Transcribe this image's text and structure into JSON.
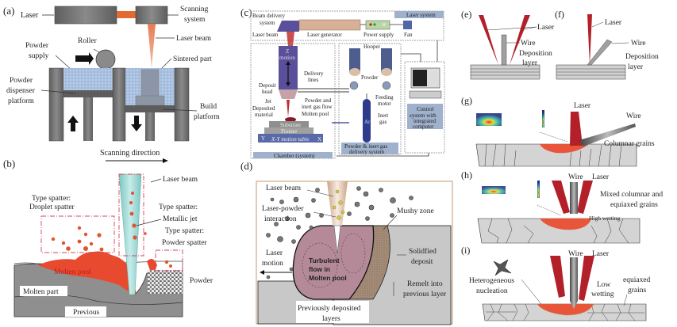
{
  "panels": {
    "a": {
      "tag": "(a)",
      "labels": {
        "laser": "Laser",
        "scanning_system_1": "Scanning",
        "scanning_system_2": "system",
        "laser_beam": "Laser beam",
        "roller": "Roller",
        "powder_supply_1": "Powder",
        "powder_supply_2": "supply",
        "sintered_part": "Sintered part",
        "dispenser_1": "Powder",
        "dispenser_2": "dispenser",
        "dispenser_3": "platform",
        "build_1": "Build",
        "build_2": "platform"
      }
    },
    "b": {
      "tag": "(b)",
      "labels": {
        "scanning_direction": "Scanning direction",
        "laser_beam": "Laser beam",
        "droplet_1": "Type spatter:",
        "droplet_2": "Droplet spatter",
        "jet_1": "Type spatter:",
        "jet_2": "Metallic jet",
        "powder_sp_1": "Type spatter:",
        "powder_sp_2": "Powder spatter",
        "molten_pool": "Molten pool",
        "molten_part": "Molten part",
        "powder": "Powder",
        "previous": "Previous"
      }
    },
    "c": {
      "tag": "(c)",
      "labels": {
        "beam_delivery_1": "Beam delivery",
        "beam_delivery_2": "system",
        "laser_beam": "Laser beam",
        "laser_generator": "Laser generator",
        "power_supply": "Power supply",
        "fan": "Fan",
        "laser_system": "Laser system",
        "z_1": "Z",
        "z_2": "motion",
        "hooper": "Hooper",
        "powder": "Powder",
        "delivery_1": "Delivery",
        "delivery_2": "lines",
        "deposit_1": "Deposit",
        "deposit_2": "head",
        "jet": "Jet",
        "flow_1": "Powder and",
        "flow_2": "inert gas flow",
        "deposited_1": "Deposited",
        "deposited_2": "material",
        "molten_pool": "Molten pool",
        "feeding_1": "Feeding",
        "feeding_2": "motor",
        "inert_1": "Inert",
        "inert_2": "gas",
        "ar": "Ar",
        "substrate": "Substrate",
        "fixture": "Fixture",
        "y": "Y",
        "xy_table": "X-Y motion table",
        "x": "X",
        "pidgs_1": "Powder & inert gas",
        "pidgs_2": "delivery system",
        "control_1": "Control",
        "control_2": "system with",
        "control_3": "integrated",
        "control_4": "computer",
        "chamber": "Chamber (system)"
      }
    },
    "d": {
      "tag": "(d)",
      "labels": {
        "laser_beam": "Laser beam",
        "lpi_1": "Laser-powder",
        "lpi_2": "interaction",
        "mushy": "Mushy zone",
        "laser_motion_1": "Laser",
        "laser_motion_2": "motion",
        "turb_1": "Turbulent",
        "turb_2": "flow in",
        "turb_3": "Molten pool",
        "solid_1": "Solidfied",
        "solid_2": "deposit",
        "remelt_1": "Remelt into",
        "remelt_2": "previous layer",
        "prev_1": "Previously deposited",
        "prev_2": "layers"
      }
    },
    "e": {
      "tag": "(e)",
      "labels": {
        "laser": "Laser",
        "wire": "Wire",
        "dep_1": "Deposition",
        "dep_2": "layer"
      }
    },
    "f": {
      "tag": "(f)",
      "labels": {
        "laser": "Laser",
        "wire": "Wire",
        "dep_1": "Deposition",
        "dep_2": "layer"
      }
    },
    "g": {
      "tag": "(g)",
      "labels": {
        "laser": "Laser",
        "wire": "Wire",
        "grains": "Columnar grains"
      }
    },
    "h": {
      "tag": "(h)",
      "labels": {
        "wire": "Wire",
        "laser": "Laser",
        "mixed_1": "Mixed columnar and",
        "mixed_2": "equiaxed grains",
        "wetting": "High wetting"
      }
    },
    "i": {
      "tag": "(i)",
      "labels": {
        "wire": "Wire",
        "laser": "Laser",
        "hetero_1": "Heterogeneous",
        "hetero_2": "nucleation",
        "wet_1": "Low",
        "wet_2": "wetting",
        "eq_1": "equiaxed",
        "eq_2": "grains"
      }
    }
  },
  "colors": {
    "laser_red": "#b3202a",
    "molten_orange": "#e8553a",
    "beam_cyan": "#a8dcd8",
    "powder_blue": "#a9c1e0",
    "machine_gray": "#6d6d6d",
    "chamber_purple": "#5a4f9a",
    "pool_pink": "#b48a98"
  }
}
